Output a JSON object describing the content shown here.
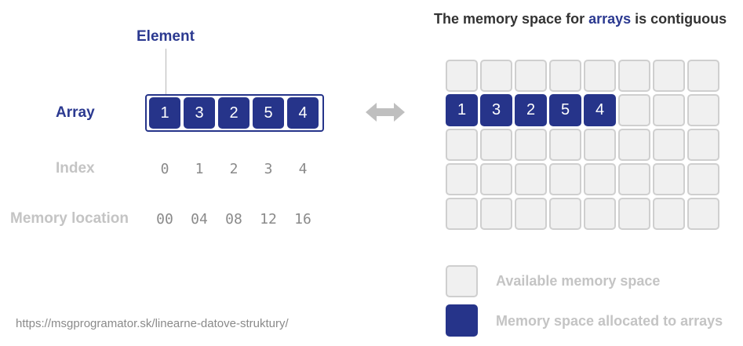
{
  "left": {
    "element_label": "Element",
    "array_label": "Array",
    "index_label": "Index",
    "memory_label": "Memory location",
    "array_values": [
      "1",
      "3",
      "2",
      "5",
      "4"
    ],
    "indices": [
      "0",
      "1",
      "2",
      "3",
      "4"
    ],
    "memory_locations": [
      "00",
      "04",
      "08",
      "12",
      "16"
    ]
  },
  "right": {
    "title_before": "The memory space for ",
    "title_highlight": "arrays",
    "title_after": " is contiguous",
    "grid_rows": 5,
    "grid_cols": 8,
    "allocated_row": 2,
    "allocated_values": [
      "1",
      "3",
      "2",
      "5",
      "4"
    ],
    "legend": {
      "available": "Available memory space",
      "allocated": "Memory space allocated to arrays"
    }
  },
  "source_url": "https://msgprogramator.sk/linearne-datove-struktury/",
  "colors": {
    "allocated": "#26348a",
    "available_fill": "#f0f0f0",
    "available_border": "#cfcfcf",
    "accent_text": "#2b3990",
    "muted_text": "#c4c4c4",
    "arrow": "#bfbfbf"
  }
}
